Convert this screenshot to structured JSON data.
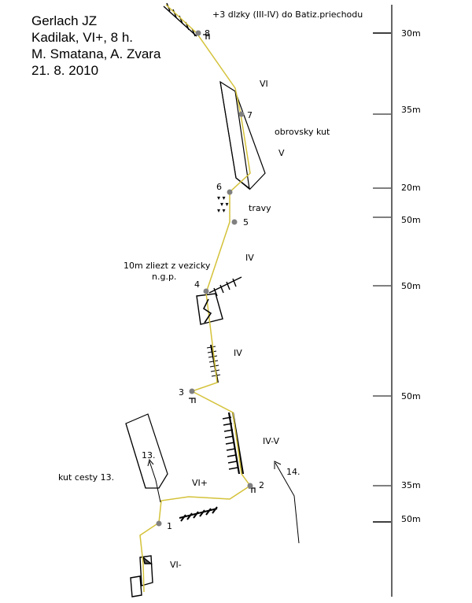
{
  "header": {
    "line1": "Gerlach JZ",
    "line2": "Kadilak, VI+, 8 h.",
    "line3": "M. Smatana, A. Zvara",
    "line4": "21. 8. 2010"
  },
  "notes": {
    "top": "+3 dlzky (III-IV) do Batiz.priechodu",
    "corner": "obrovsky kut",
    "grass": "travy",
    "descend_1": "10m zliezt z vezicky",
    "descend_2": "n.g.p.",
    "corner13": "kut cesty 13.",
    "route13": "13.",
    "route14": "14."
  },
  "grades": {
    "g1": "VI-",
    "g2": "VI+",
    "g3": "IV-V",
    "g4": "IV",
    "g5": "IV",
    "g6": "V",
    "g7": "VI"
  },
  "belays": [
    "1",
    "2",
    "3",
    "4",
    "5",
    "6",
    "7",
    "8"
  ],
  "scale": [
    "30m",
    "35m",
    "20m",
    "50m",
    "50m",
    "50m",
    "35m",
    "50m"
  ],
  "colors": {
    "route": "#d4c23a",
    "ink": "#000000",
    "belay": "#808080"
  }
}
